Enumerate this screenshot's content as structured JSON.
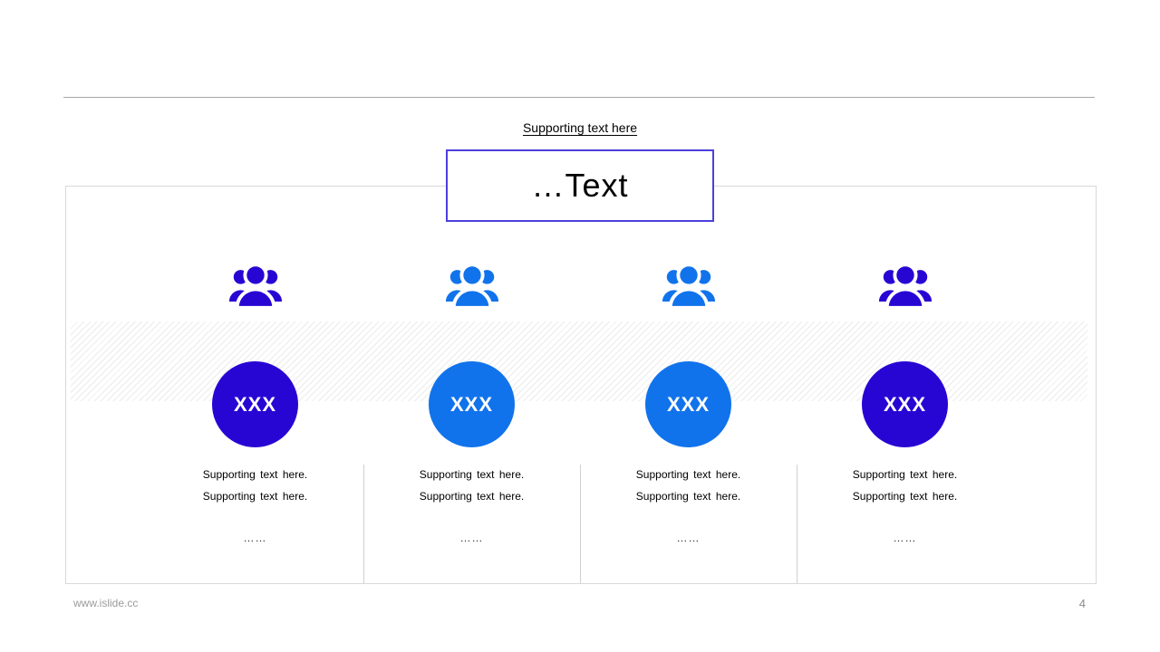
{
  "slide": {
    "supporting_title": "Supporting text here",
    "text_box_label": "…Text"
  },
  "columns": [
    {
      "icon": "group-icon",
      "color": "#2706d4",
      "badge": "XXX",
      "lines": [
        "Supporting  text here.",
        "Supporting  text here."
      ],
      "ellipsis": "……"
    },
    {
      "icon": "group-icon",
      "color": "#1173eb",
      "badge": "XXX",
      "lines": [
        "Supporting  text here.",
        "Supporting  text here."
      ],
      "ellipsis": "……"
    },
    {
      "icon": "group-icon",
      "color": "#1173eb",
      "badge": "XXX",
      "lines": [
        "Supporting  text here.",
        "Supporting  text here."
      ],
      "ellipsis": "……"
    },
    {
      "icon": "group-icon",
      "color": "#2706d4",
      "badge": "XXX",
      "lines": [
        "Supporting  text here.",
        "Supporting  text here."
      ],
      "ellipsis": "……"
    }
  ],
  "footer": {
    "website": "www.islide.cc",
    "page_number": "4"
  },
  "colors": {
    "dark_blue": "#2706d4",
    "bright_blue": "#1173eb",
    "text_box_border": "#4b3fdc",
    "rule_gray": "#a6a6a6"
  }
}
